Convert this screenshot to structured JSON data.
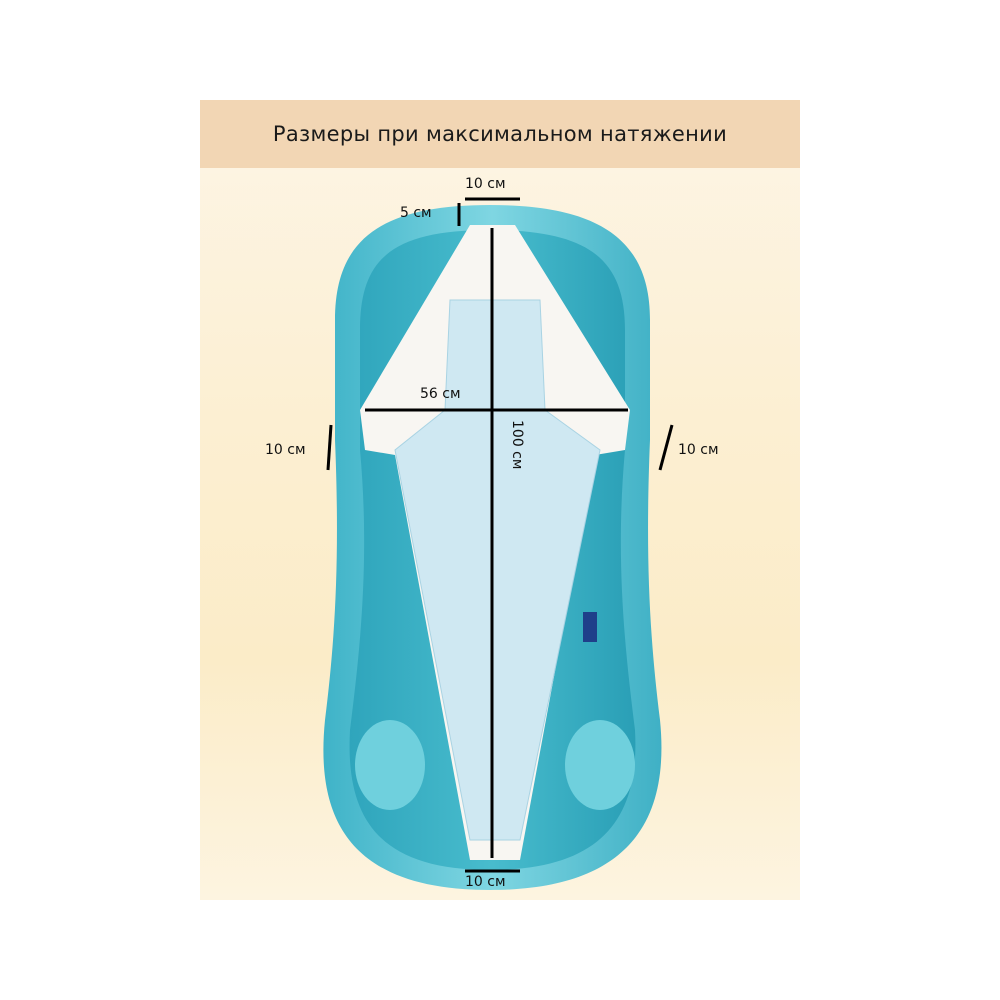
{
  "header": {
    "title": "Размеры при максимальном натяжении"
  },
  "dimensions": {
    "top_width": "10 см",
    "top_depth": "5 см",
    "width": "56 см",
    "length": "100 см",
    "left_side": "10 см",
    "right_side": "10 см",
    "bottom_width": "10 см"
  },
  "colors": {
    "tub": "#5fc6d6",
    "mesh": "#cfe9f3",
    "header": "#f2d6b4"
  }
}
